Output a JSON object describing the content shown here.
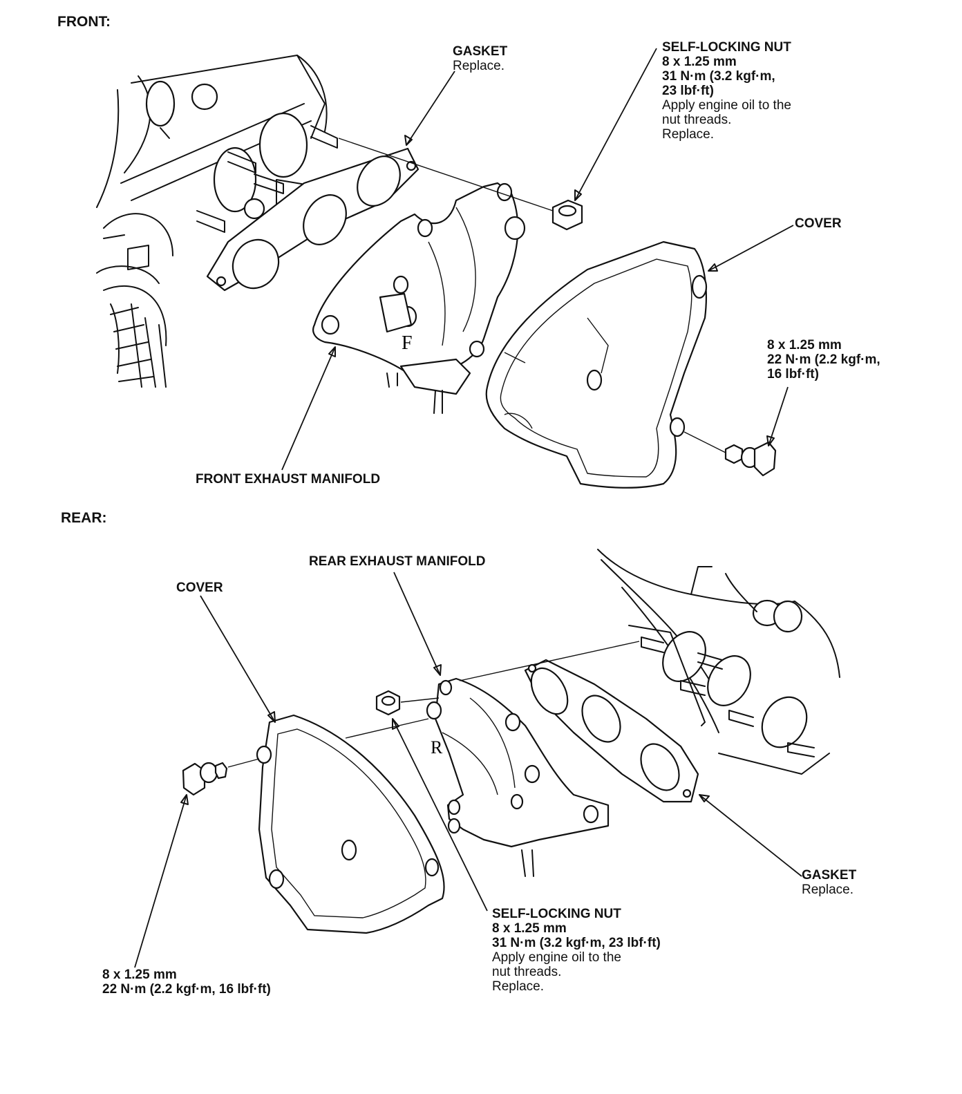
{
  "sections": {
    "front": "FRONT:",
    "rear": "REAR:"
  },
  "front": {
    "gasket": {
      "title": "GASKET",
      "lines": [
        "Replace."
      ]
    },
    "nut": {
      "title": "SELF-LOCKING NUT",
      "bold_lines": [
        "8 x 1.25 mm",
        "31 N·m (3.2 kgf·m,",
        "23 lbf·ft)"
      ],
      "lines": [
        "Apply engine oil to the",
        "nut threads.",
        "Replace."
      ]
    },
    "cover": {
      "title": "COVER"
    },
    "bolt": {
      "bold_lines": [
        "8 x 1.25 mm",
        "22 N·m (2.2 kgf·m,",
        "16 lbf·ft)"
      ]
    },
    "manifold": {
      "title": "FRONT EXHAUST MANIFOLD"
    },
    "stamp": "F"
  },
  "rear": {
    "manifold": {
      "title": "REAR EXHAUST MANIFOLD"
    },
    "cover": {
      "title": "COVER"
    },
    "gasket": {
      "title": "GASKET",
      "lines": [
        "Replace."
      ]
    },
    "nut": {
      "title": "SELF-LOCKING NUT",
      "bold_lines": [
        "8 x 1.25 mm",
        "31 N·m (3.2 kgf·m, 23 lbf·ft)"
      ],
      "lines": [
        "Apply engine oil to the",
        "nut threads.",
        "Replace."
      ]
    },
    "bolt": {
      "bold_lines": [
        "8 x 1.25 mm",
        "22 N·m (2.2 kgf·m, 16 lbf·ft)"
      ]
    },
    "stamp": "R"
  }
}
